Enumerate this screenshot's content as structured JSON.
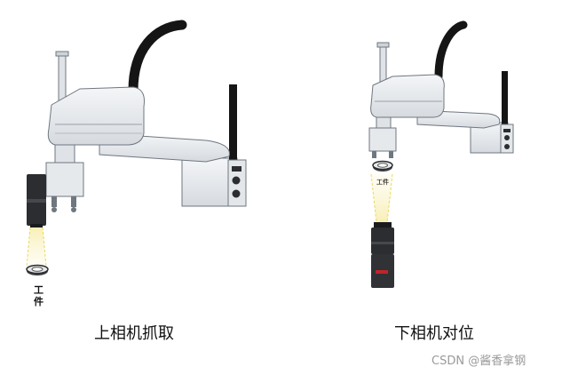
{
  "scenes": [
    {
      "caption": "上相机抓取",
      "workpiece_label_line1": "工",
      "workpiece_label_line2": "件"
    },
    {
      "caption": "下相机对位",
      "workpiece_label": "工件"
    }
  ],
  "watermark": "CSDN @酱香拿钢",
  "colors": {
    "robot_body": "#e9ecef",
    "robot_outline": "#6f7780",
    "cable": "#151515",
    "camera": "#2b2d30",
    "light_cone": "#f2e58a",
    "camera_accent": "#c0242b"
  }
}
